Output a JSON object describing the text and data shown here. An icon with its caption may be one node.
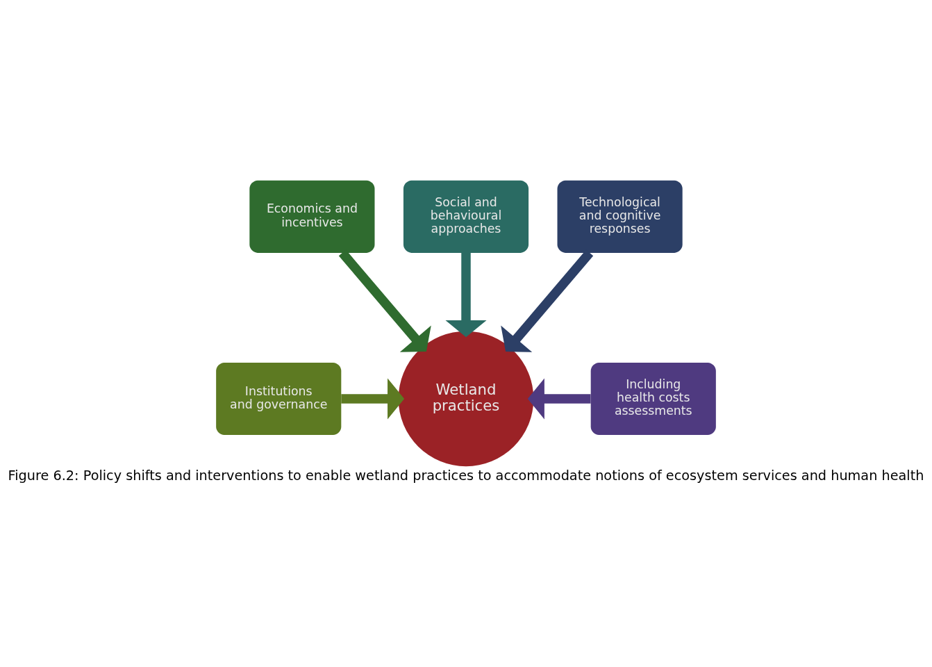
{
  "diagram": {
    "caption": "Figure 6.2: Policy shifts and interventions to enable wetland practices to accommodate notions of ecosystem services and human health",
    "nodes": [
      {
        "text": [
          "Economics and incentives"
        ]
      },
      {
        "text": [
          "Social and behavioural approaches"
        ]
      },
      {
        "text": [
          "Technological and cognitive responses"
        ]
      },
      {
        "text": [
          "Institutions and governance"
        ]
      },
      {
        "text": [
          "Wetland practices"
        ]
      },
      {
        "text": [
          "Including health costs assessments"
        ]
      }
    ],
    "edges": [
      {
        "from": 0,
        "to": 4,
        "arrow": "to",
        "color": "#2f6b2f"
      },
      {
        "from": 1,
        "to": 4,
        "arrow": "to",
        "color": "#2a6b63"
      },
      {
        "from": 2,
        "to": 4,
        "arrow": "to",
        "color": "#2c3f66"
      },
      {
        "from": 3,
        "to": 4,
        "arrow": "to",
        "color": "#5d7a22"
      },
      {
        "from": 5,
        "to": 4,
        "arrow": "to",
        "color": "#4f3a80"
      }
    ]
  }
}
